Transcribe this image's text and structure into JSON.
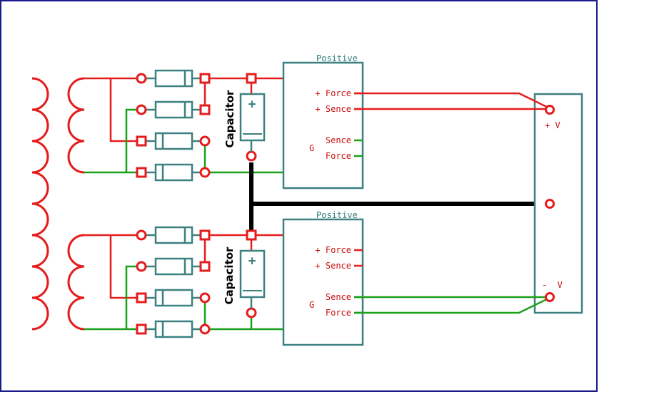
{
  "colors": {
    "frame": "#1a1a8c",
    "red_wire": "#e51c1c",
    "green_wire": "#19a019",
    "box_outline": "#3d8080",
    "label_teal": "#2e7d7d",
    "label_red": "#cc1111",
    "ground_bus": "#000000",
    "capacitor_text": "#000000"
  },
  "top_circuit": {
    "module_title": "Positive",
    "capacitor_label": "Capacitor",
    "capacitor_polarity": "+",
    "pins": {
      "force_plus": "+ Force",
      "sence_plus": "+ Sence",
      "g_mark": "G",
      "sence_g": "Sence",
      "force_g": "Force"
    }
  },
  "bottom_circuit": {
    "module_title": "Positive",
    "capacitor_label": "Capacitor",
    "capacitor_polarity": "+",
    "pins": {
      "force_plus": "+ Force",
      "sence_plus": "+ Sence",
      "g_mark": "G",
      "sence_g": "Sence",
      "force_g": "Force"
    }
  },
  "output_block": {
    "plus_label": "+ V",
    "minus_label": "-  V"
  }
}
